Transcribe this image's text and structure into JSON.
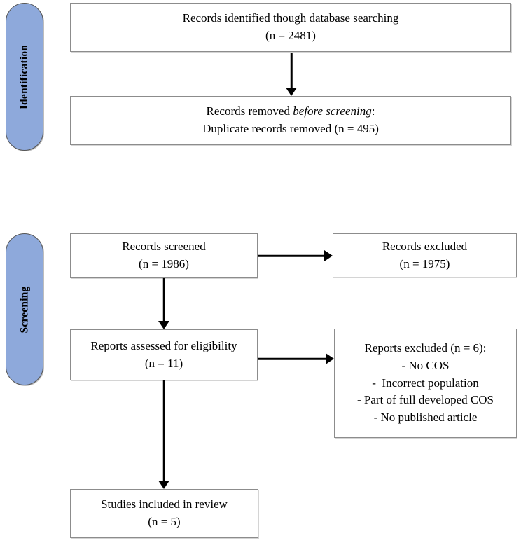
{
  "stages": {
    "identification": "Identification",
    "screening": "Screening"
  },
  "boxes": {
    "identified": {
      "line1": "Records identified though database searching",
      "line2": "(n = 2481)"
    },
    "removed_before_screening": {
      "text_prefix": "Records removed ",
      "text_italic": "before screening",
      "text_suffix": ":",
      "line2": "Duplicate records removed (n = 495)"
    },
    "records_screened": {
      "line1": "Records screened",
      "line2": "(n = 1986)"
    },
    "records_excluded": {
      "line1": "Records excluded",
      "line2": "(n = 1975)"
    },
    "reports_assessed": {
      "line1": "Reports assessed for eligibility",
      "line2": "(n = 11)"
    },
    "reports_excluded": {
      "title": "Reports excluded (n = 6):",
      "reasons": [
        "- No COS",
        "-  Incorrect population",
        "- Part of full developed COS",
        "- No published article"
      ]
    },
    "studies_included": {
      "line1": "Studies included in review",
      "line2": "(n = 5)"
    }
  },
  "colors": {
    "stage_fill": "#8ea9db",
    "stage_border": "#555555",
    "box_border": "#8c8c8c",
    "arrow": "#000000",
    "text": "#000000"
  }
}
